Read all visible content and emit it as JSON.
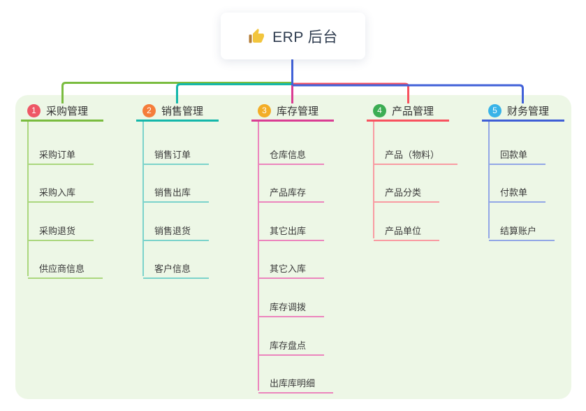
{
  "root": {
    "icon": "thumbs-up-icon",
    "label": "ERP 后台"
  },
  "colors": {
    "panel_background": "#edf7e6",
    "trunk_line": "#4161d8",
    "root_card_background": "#ffffff",
    "title_text": "#333333",
    "child_text": "#3a3a3a"
  },
  "branches": [
    {
      "number": "1",
      "label": "采购管理",
      "badge_color": "#ee5766",
      "line_color": "#7abc3f",
      "child_line_color": "#abd77e",
      "children": [
        "采购订单",
        "采购入库",
        "采购退货",
        "供应商信息"
      ]
    },
    {
      "number": "2",
      "label": "销售管理",
      "badge_color": "#f57d3b",
      "line_color": "#14b7aa",
      "child_line_color": "#7bd3cb",
      "children": [
        "销售订单",
        "销售出库",
        "销售退货",
        "客户信息"
      ]
    },
    {
      "number": "3",
      "label": "库存管理",
      "badge_color": "#f3ad26",
      "line_color": "#da3d93",
      "child_line_color": "#ec85bd",
      "children": [
        "仓库信息",
        "产品库存",
        "其它出库",
        "其它入库",
        "库存调拨",
        "库存盘点",
        "出库库明细"
      ]
    },
    {
      "number": "4",
      "label": "产品管理",
      "badge_color": "#3cad53",
      "line_color": "#f8525f",
      "child_line_color": "#f99ba2",
      "children": [
        "产品（物料）",
        "产品分类",
        "产品单位"
      ]
    },
    {
      "number": "5",
      "label": "财务管理",
      "badge_color": "#38b3e8",
      "line_color": "#3e5ed6",
      "child_line_color": "#92a7e6",
      "children": [
        "回款单",
        "付款单",
        "结算账户"
      ]
    }
  ]
}
